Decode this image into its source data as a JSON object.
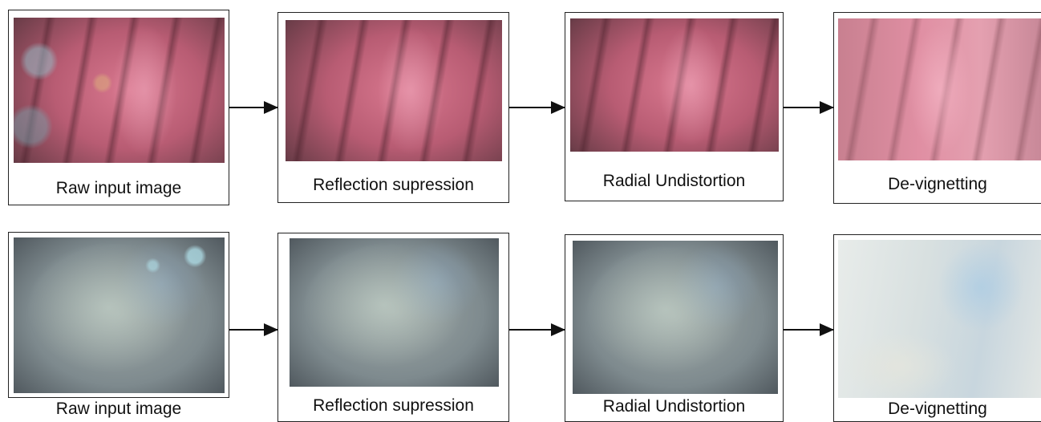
{
  "rows": [
    {
      "stages": [
        {
          "caption": "Raw input image",
          "image": "endoscopic-pink-raw"
        },
        {
          "caption": "Reflection supression",
          "image": "endoscopic-pink-reflection-suppressed"
        },
        {
          "caption": "Radial Undistortion",
          "image": "endoscopic-pink-undistorted"
        },
        {
          "caption": "De-vignetting",
          "image": "endoscopic-pink-devignetted"
        }
      ]
    },
    {
      "stages": [
        {
          "caption": "Raw input image",
          "image": "endoscopic-grey-raw"
        },
        {
          "caption": "Reflection supression",
          "image": "endoscopic-grey-reflection-suppressed"
        },
        {
          "caption": "Radial Undistortion",
          "image": "endoscopic-grey-undistorted"
        },
        {
          "caption": "De-vignetting",
          "image": "endoscopic-grey-devignetted"
        }
      ]
    }
  ],
  "colors": {
    "border": "#222222",
    "arrow": "#111111",
    "text": "#111111"
  }
}
